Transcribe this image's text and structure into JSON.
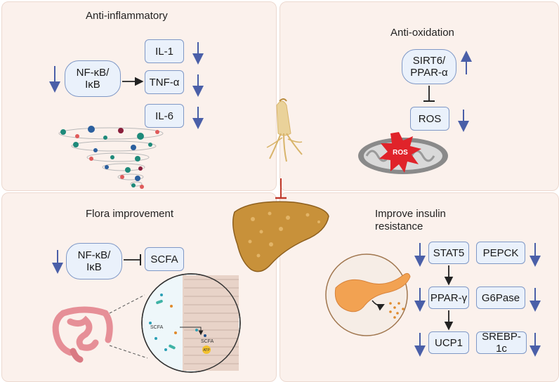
{
  "panels": {
    "anti_inflammatory": {
      "title": "Anti-inflammatory",
      "nfkb": "NF-κB/\nIκB",
      "il1": "IL-1",
      "tnf": "TNF-α",
      "il6": "IL-6"
    },
    "anti_oxidation": {
      "title": "Anti-oxidation",
      "sirt6": "SIRT6/\nPPAR-α",
      "ros": "ROS",
      "ros_badge": "ROS"
    },
    "flora": {
      "title": "Flora improvement",
      "nfkb": "NF-κB/\nIκB",
      "scfa": "SCFA",
      "inset_scfa": "SCFA",
      "inset_scfa2": "SCFA",
      "inset_atp": "ATP"
    },
    "insulin": {
      "title": "Improve insulin\nresistance",
      "stat5": "STAT5",
      "pepck": "PEPCK",
      "pparg": "PPAR-γ",
      "g6pase": "G6Pase",
      "ucp1": "UCP1",
      "srebp": "SREBP-1c"
    }
  },
  "colors": {
    "panel_bg": "#fbf1ec",
    "box_bg": "#eaf1fb",
    "box_border": "#7f98c6",
    "arrow_blue": "#4a5fa8",
    "inhibit_red": "#c0392b",
    "liver": "#c8913a",
    "ros_red": "#e0232a"
  },
  "icons": [
    "down-arrow-icon",
    "up-arrow-icon",
    "ginseng-root-icon",
    "liver-icon",
    "mitochondrion-icon",
    "intestine-icon",
    "pancreas-icon",
    "tornado-icon"
  ]
}
